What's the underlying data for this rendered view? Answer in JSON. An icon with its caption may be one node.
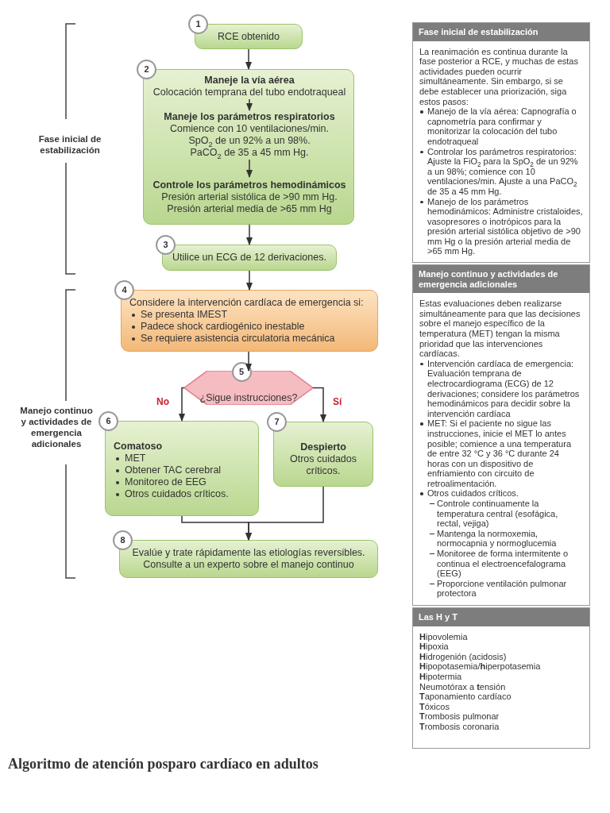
{
  "diagram": {
    "caption": "Algoritmo de atención posparo cardíaco en adultos",
    "nodes": [
      {
        "text": [
          "1",
          "RCE obtenido"
        ]
      },
      {
        "text": [
          "2"
        ]
      },
      {
        "text": [
          "Maneje la vía aérea",
          "Colocación temprana del tubo endotraqueal"
        ],
        "in": 1
      },
      {
        "text": [
          "Maneje los parámetros respiratorios",
          "Comience con 10 ventilaciones/min.",
          "SpO$_{2}$ de un 92% a un 98%.",
          "PaCO$_{2}$ de 35 a 45 mm Hg."
        ],
        "in": 1
      },
      {
        "text": [
          "Controle los parámetros hemodinámicos",
          "Presión arterial sistólica de >90 mm Hg.",
          "Presión arterial media de >65 mm Hg"
        ],
        "in": 1
      },
      {
        "text": [
          "3",
          "Utilice un ECG de 12 derivaciones."
        ]
      },
      {
        "text": [
          "4",
          "Considere la intervención cardíaca de emergencia si:",
          "Se presenta IMEST",
          "Padece shock cardiogénico inestable",
          "Se requiere asistencia circulatoria mecánica"
        ]
      },
      {
        "text": [
          "5",
          "¿Sigue instrucciones?"
        ]
      },
      {
        "text": [
          "6",
          "Comatoso",
          "MET",
          "Obtener TAC cerebral",
          "Monitoreo de EEG",
          "Otros cuidados críticos."
        ]
      },
      {
        "text": [
          "7",
          "Despierto",
          "Otros cuidados críticos."
        ]
      },
      {
        "text": [
          "8",
          "Evalúe y trate rápidamente las etiologías reversibles.",
          "Consulte a un experto sobre el manejo continuo"
        ]
      },
      {
        "text": [
          "Fase inicial de estabilización",
          "La reanimación es continua durante la fase posterior a RCE, y muchas de estas actividades pueden ocurrir simultáneamente. Sin embargo, si se debe establecer una priorización, siga estos pasos:",
          "Manejo de la vía aérea: Capnografía o capnometría para confirmar y monitorizar la colocación del tubo endotraqueal",
          "Controlar los parámetros respiratorios: Ajuste la FiO$_{2}$ para la SpO$_{2}$ de un 92% a un 98%; comience con 10 ventilaciones/min. Ajuste a una PaCO$_{2}$ de 35 a 45 mm Hg.",
          "Manejo de los parámetros hemodinámicos: Administre cristaloides, vasopresores o inotrópicos para la presión arterial sistólica objetivo de >90 mm Hg o la presión arterial media de >65 mm Hg."
        ]
      },
      {
        "text": [
          "Manejo continuo y actividades de emergencia adicionales",
          "Estas evaluaciones deben realizarse simultáneamente para que las decisiones sobre el manejo específico de la temperatura (MET) tengan la misma prioridad que las intervenciones cardíacas.",
          "Intervención cardíaca de emergencia: Evaluación temprana de electrocardiograma (ECG) de 12 derivaciones; considere los parámetros hemodinámicos para decidir sobre la intervención cardíaca",
          "MET: Si el paciente no sigue las instrucciones, inicie el MET lo antes posible; comience a una temperatura de entre 32 °C y 36 °C durante 24 horas con un dispositivo de enfriamiento con circuito de retroalimentación.",
          "Otros cuidados críticos.",
          "Controle continuamente la temperatura central (esofágica, rectal, vejiga)",
          "Mantenga la normoxemia, normocapnia y normoglucemia",
          "Monitoree de forma intermitente o continua el electroencefalograma (EEG)",
          "Proporcione ventilación pulmonar protectora"
        ]
      },
      {
        "text": [
          "Las H y T",
          "**H**ipovolemia",
          "**H**ipoxia",
          "**H**idrogenión (acidosis)",
          "**H**ipopotasemia/**h**iperpotasemia",
          "**H**ipotermia",
          "Neumotórax a **t**ensión",
          "**T**aponamiento cardíaco",
          "**T**óxicos",
          "**T**rombosis pulmonar",
          "**T**rombosis coronaria"
        ]
      }
    ],
    "edges": [
      {
        "from": 0,
        "to": 1,
        "arrow": "to"
      },
      {
        "from": 2,
        "to": 3,
        "arrow": "to"
      },
      {
        "from": 3,
        "to": 4,
        "arrow": "to"
      },
      {
        "from": 1,
        "to": 5,
        "arrow": "to"
      },
      {
        "from": 5,
        "to": 6,
        "arrow": "to"
      },
      {
        "from": 6,
        "to": 7,
        "arrow": "to"
      },
      {
        "from": 7,
        "to": 8,
        "arrow": "to",
        "label": "No"
      },
      {
        "from": 7,
        "to": 9,
        "arrow": "to",
        "label": "Sí"
      },
      {
        "from": 8,
        "to": 10,
        "arrow": "to"
      },
      {
        "from": 9,
        "to": 10,
        "arrow": "to"
      }
    ],
    "labels": [
      "Fase inicial de estabilización",
      "Manejo continuo y actividades de emergencia adicionales"
    ]
  }
}
